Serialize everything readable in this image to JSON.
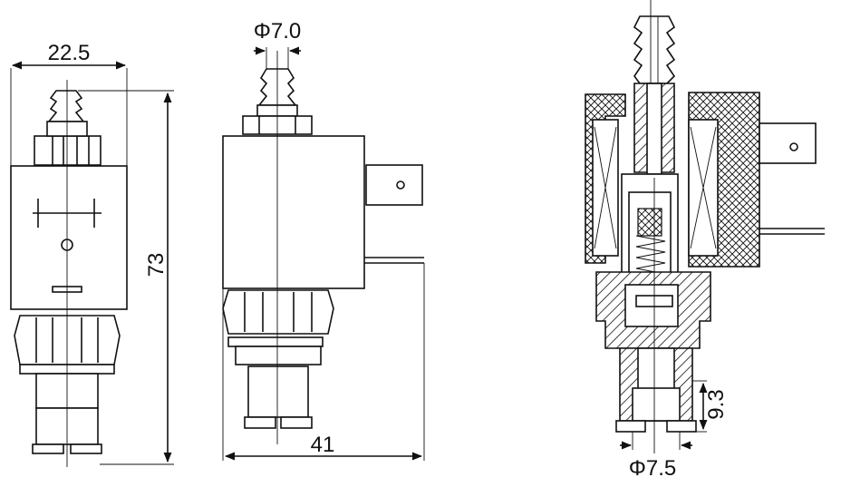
{
  "dimensions": {
    "width": "22.5",
    "height": "73",
    "hose_diameter": "Φ7.0",
    "overall_length": "41",
    "outlet_height": "9.3",
    "outlet_diameter": "Φ7.5"
  },
  "views": [
    "front-view",
    "side-view",
    "section-view"
  ],
  "colors": {
    "line": "#111111",
    "background": "#ffffff"
  }
}
